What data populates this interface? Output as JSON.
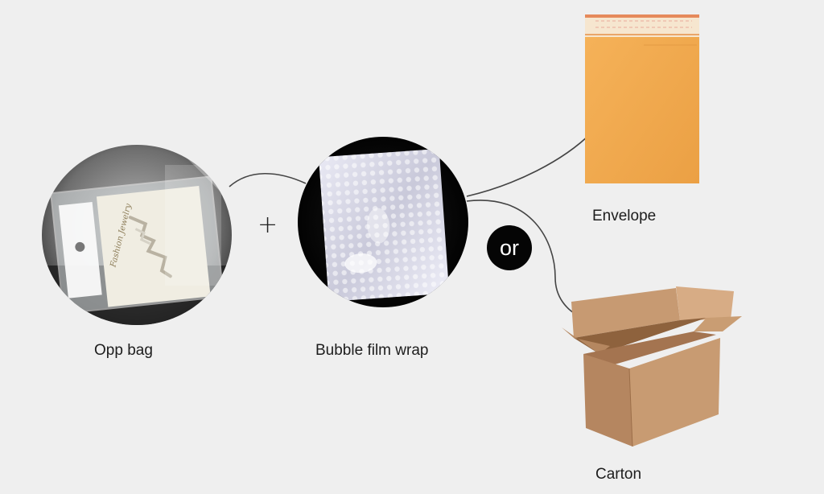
{
  "diagram": {
    "items": [
      {
        "id": "opp-bag",
        "label": "Opp bag"
      },
      {
        "id": "bubble-film-wrap",
        "label": "Bubble film wrap"
      },
      {
        "id": "envelope",
        "label": "Envelope"
      },
      {
        "id": "carton",
        "label": "Carton"
      }
    ],
    "operators": {
      "plus": "+",
      "or": "or"
    },
    "card_text": "Fashion Jewelry",
    "colors": {
      "background": "#efefef",
      "envelope": "#f3a84a",
      "carton": "#c08f65",
      "badge": "#050505"
    }
  }
}
